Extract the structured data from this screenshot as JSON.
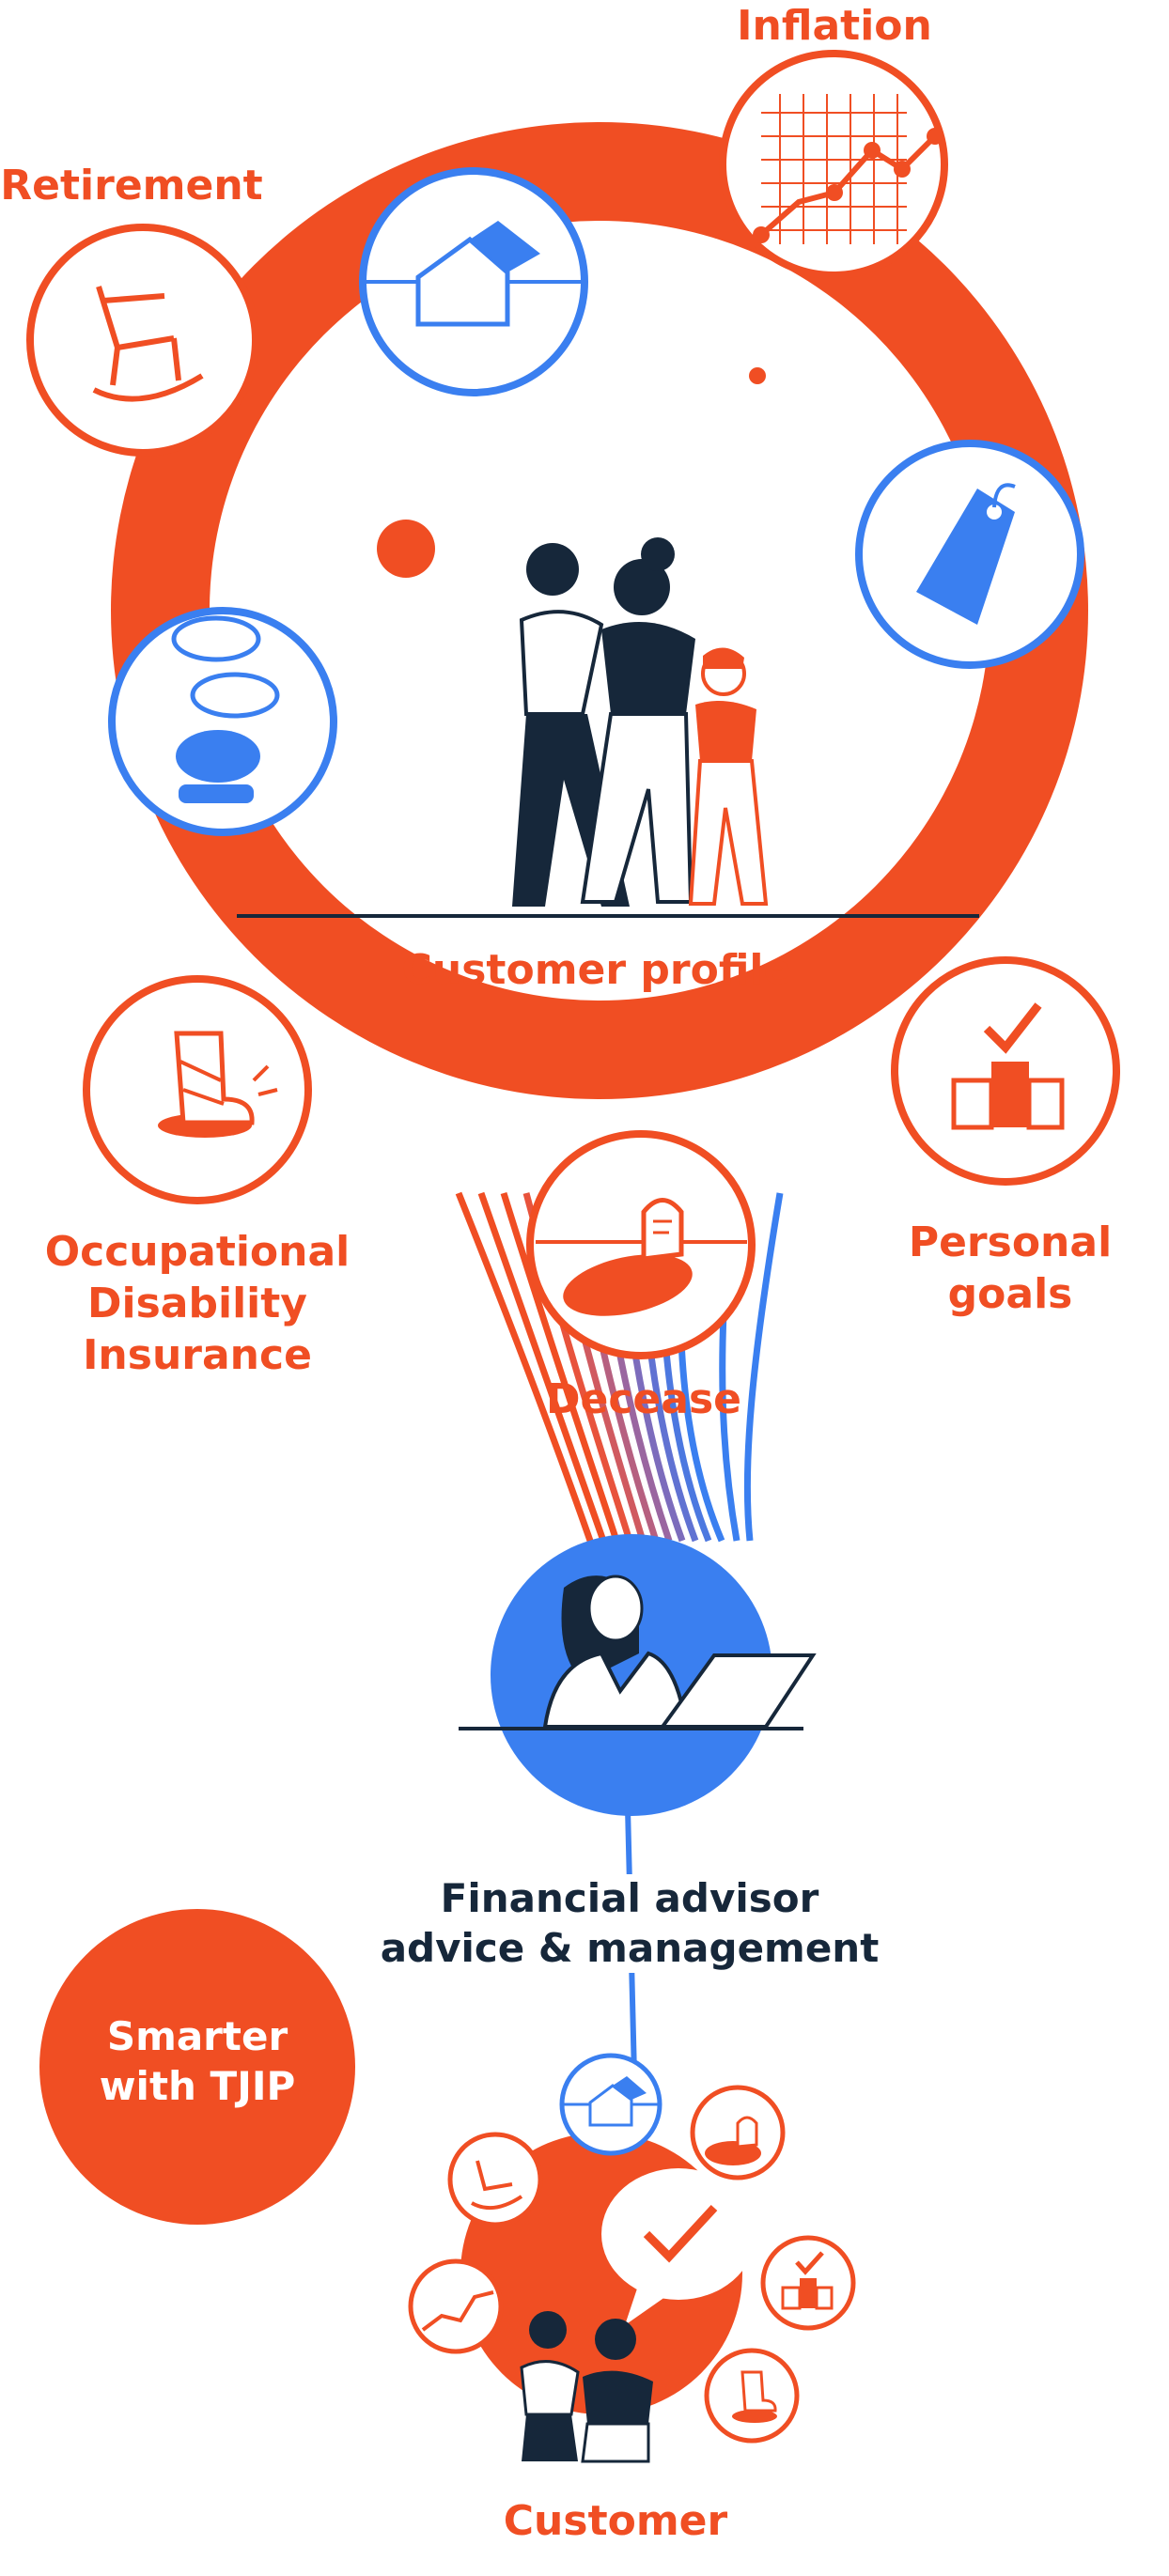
{
  "colors": {
    "orange": "#F04E23",
    "blue": "#3A7FF0",
    "navy": "#16273A",
    "white": "#FFFFFF"
  },
  "labels": {
    "inflation": "Inflation",
    "retirement": "Retirement",
    "customer_profile": "Customer profile",
    "occupational_line1": "Occupational",
    "occupational_line2": "Disability",
    "occupational_line3": "Insurance",
    "personal_line1": "Personal",
    "personal_line2": "goals",
    "decease": "Decease",
    "advisor_line1": "Financial advisor",
    "advisor_line2": "advice & management",
    "smarter_line1": "Smarter",
    "smarter_line2": "with TJIP",
    "customer": "Customer"
  },
  "icons": {
    "inflation": "line-chart-icon",
    "retirement": "rocking-chair-icon",
    "house": "house-icon",
    "tag": "price-tag-icon",
    "coins": "coins-icon",
    "injury": "cast-leg-icon",
    "goals": "checkmark-podium-icon",
    "decease": "gravestone-icon",
    "advisor": "advisor-laptop-icon",
    "speech": "speech-bubble-check-icon"
  }
}
